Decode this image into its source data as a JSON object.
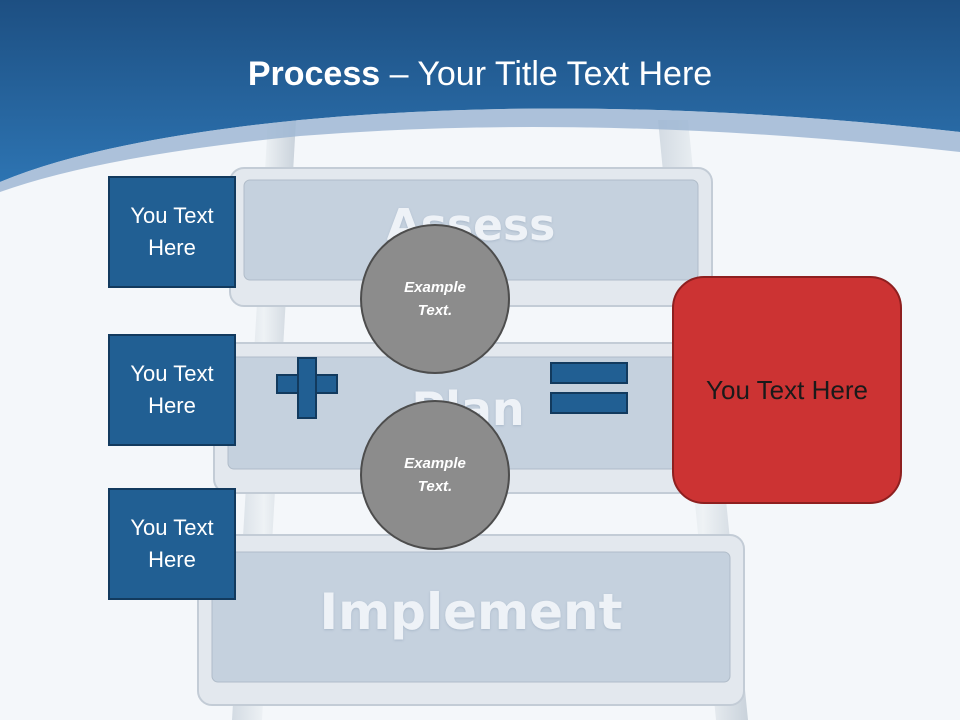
{
  "header": {
    "title_bold": "Process",
    "title_dash": " – ",
    "title_rest": "Your Title Text Here"
  },
  "ladder": {
    "steps": [
      "Assess",
      "Plan",
      "Implement"
    ]
  },
  "left_boxes": [
    {
      "line1": "You Text",
      "line2": "Here"
    },
    {
      "line1": "You Text",
      "line2": "Here"
    },
    {
      "line1": "You Text",
      "line2": "Here"
    }
  ],
  "circles": [
    {
      "line1": "Example",
      "line2": "Text."
    },
    {
      "line1": "Example",
      "line2": "Text."
    }
  ],
  "result_box": {
    "text": "You Text Here"
  },
  "colors": {
    "header_blue": "#1e5a93",
    "box_blue": "#215f93",
    "result_red": "#cc3333",
    "circle_gray": "#8c8c8c"
  },
  "icons": [
    "plus-icon",
    "equals-icon"
  ]
}
